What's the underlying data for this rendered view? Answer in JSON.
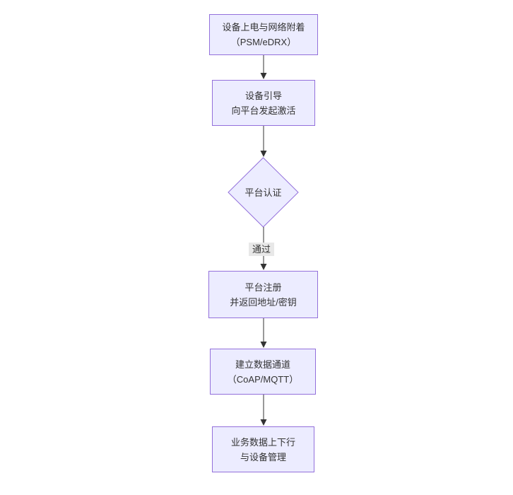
{
  "diagram": {
    "type": "flowchart",
    "direction": "top-down",
    "nodes": [
      {
        "id": "A",
        "shape": "rect",
        "lines": [
          "设备上电与网络附着",
          "（PSM/eDRX）"
        ]
      },
      {
        "id": "B",
        "shape": "rect",
        "lines": [
          "设备引导",
          "向平台发起激活"
        ]
      },
      {
        "id": "C",
        "shape": "diamond",
        "lines": [
          "平台认证"
        ]
      },
      {
        "id": "D",
        "shape": "rect",
        "lines": [
          "平台注册",
          "并返回地址/密钥"
        ]
      },
      {
        "id": "E",
        "shape": "rect",
        "lines": [
          "建立数据通道",
          "（CoAP/MQTT）"
        ]
      },
      {
        "id": "F",
        "shape": "rect",
        "lines": [
          "业务数据上下行",
          "与设备管理"
        ]
      }
    ],
    "edges": [
      {
        "from": "A",
        "to": "B",
        "label": ""
      },
      {
        "from": "B",
        "to": "C",
        "label": ""
      },
      {
        "from": "C",
        "to": "D",
        "label": "通过"
      },
      {
        "from": "D",
        "to": "E",
        "label": ""
      },
      {
        "from": "E",
        "to": "F",
        "label": ""
      }
    ],
    "colors": {
      "node_fill": "#ECECFF",
      "node_border": "#9370DB",
      "edge_line": "#333333",
      "edge_label_bg": "#e8e8e8",
      "text": "#333333",
      "background": "#ffffff"
    }
  }
}
